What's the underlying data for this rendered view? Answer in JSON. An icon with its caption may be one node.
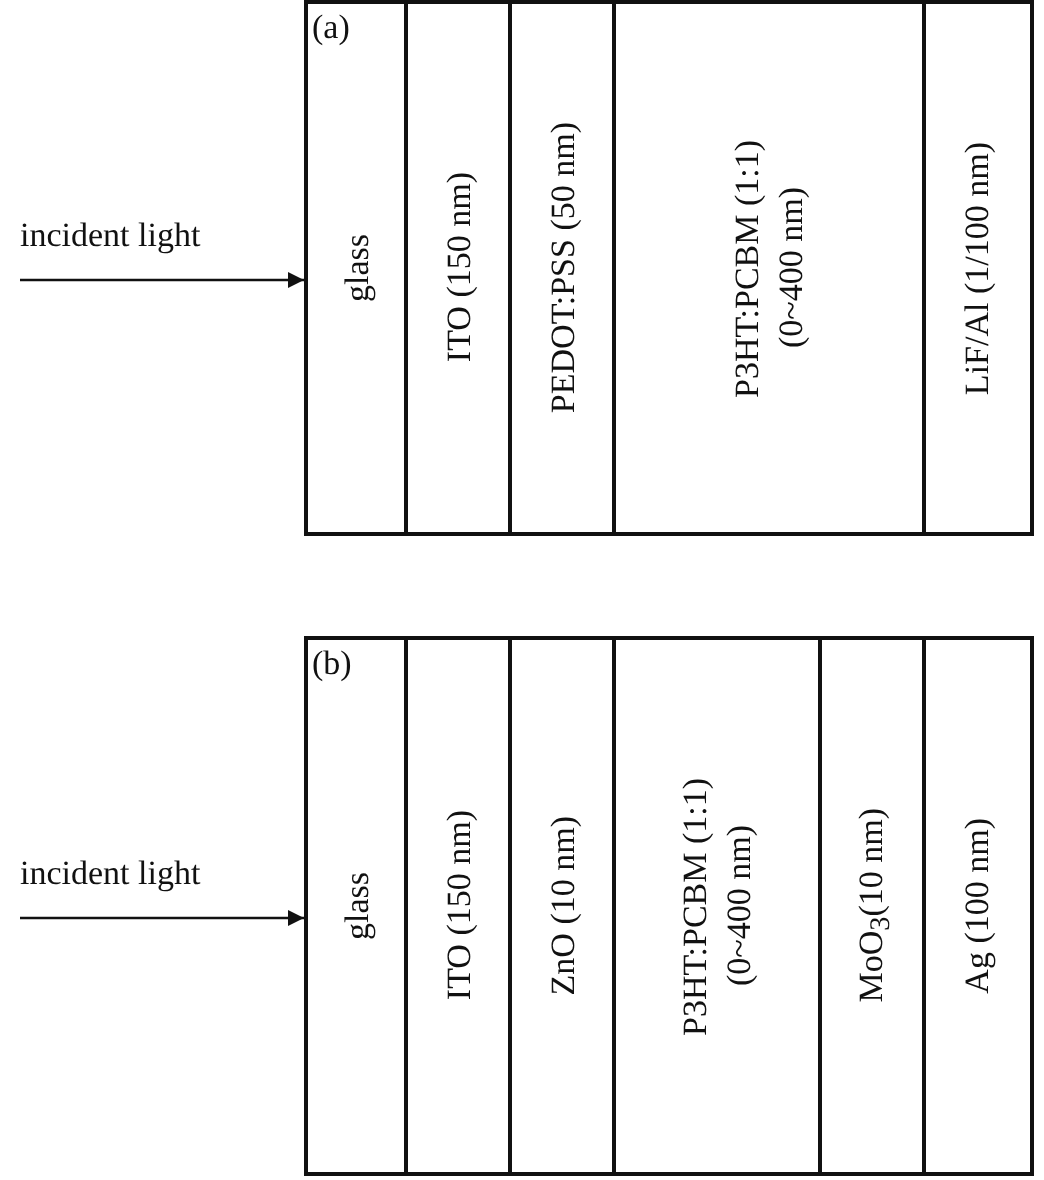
{
  "diagram": {
    "nodes": [
      {
        "text": [
          "glass"
        ]
      },
      {
        "text": [
          "ITO (150 nm)"
        ]
      },
      {
        "text": [
          "PEDOT:PSS (50 nm)"
        ]
      },
      {
        "text": [
          "P3HT:PCBM (1:1) (0~400 nm)"
        ]
      },
      {
        "text": [
          "LiF/Al (1/100 nm)"
        ]
      },
      {
        "text": [
          "glass"
        ]
      },
      {
        "text": [
          "ITO (150 nm)"
        ]
      },
      {
        "text": [
          "ZnO (10 nm)"
        ]
      },
      {
        "text": [
          "P3HT:PCBM (1:1) (0~400 nm)"
        ]
      },
      {
        "text": [
          "MoO$_{3}$(10 nm)"
        ]
      },
      {
        "text": [
          "Ag (100 nm)"
        ]
      }
    ],
    "edges": [
      {
        "from": null,
        "to": 0,
        "arrow": "to",
        "label": "incident light"
      },
      {
        "from": null,
        "to": 5,
        "arrow": "to",
        "label": "incident light"
      }
    ],
    "labels": [
      "(a)",
      "(b)"
    ]
  }
}
